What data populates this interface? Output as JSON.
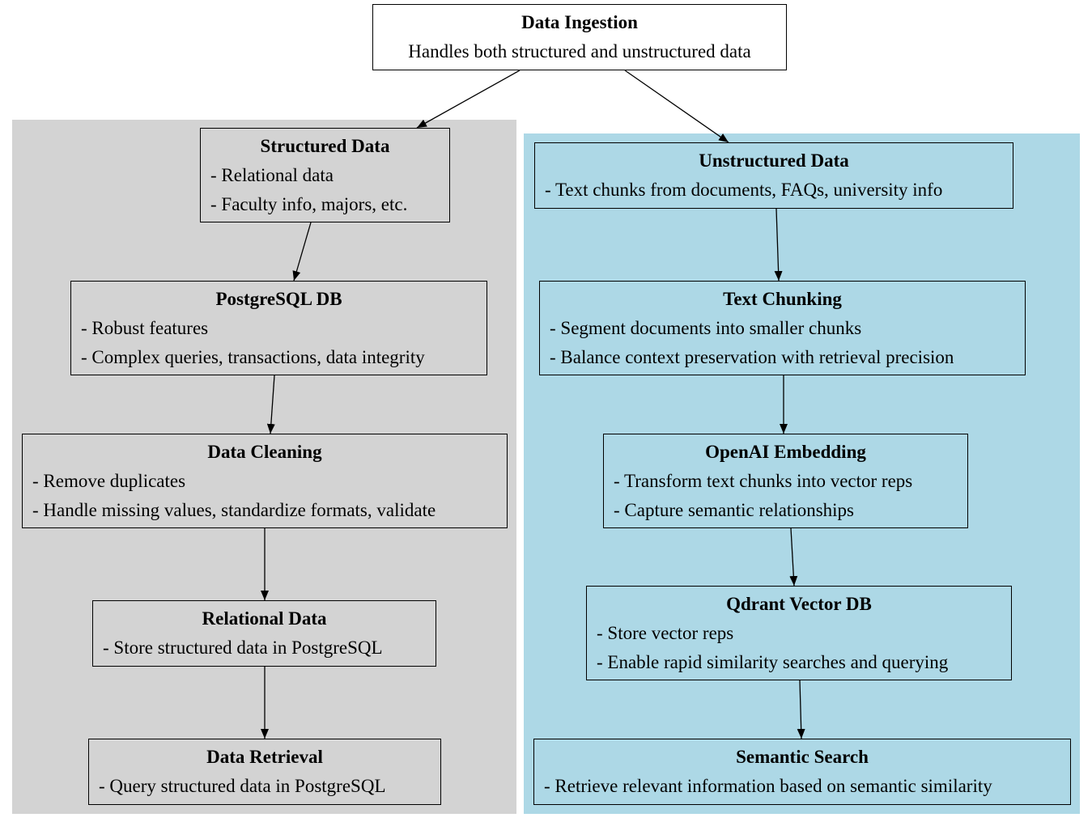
{
  "colors": {
    "structured_cluster": "#d3d3d3",
    "unstructured_cluster": "#add8e6",
    "ingestion_fill": "#ffffff",
    "border": "#000000"
  },
  "nodes": {
    "ingestion": {
      "title": "Data Ingestion",
      "lines": [
        "Handles both structured and unstructured data"
      ]
    },
    "structured": {
      "title": "Structured Data",
      "lines": [
        "- Relational data",
        "- Faculty info, majors, etc."
      ]
    },
    "postgres": {
      "title": "PostgreSQL DB",
      "lines": [
        "- Robust features",
        "- Complex queries, transactions, data integrity"
      ]
    },
    "cleaning": {
      "title": "Data Cleaning",
      "lines": [
        "- Remove duplicates",
        "- Handle missing values, standardize formats, validate"
      ]
    },
    "relational": {
      "title": "Relational Data",
      "lines": [
        "- Store structured data in PostgreSQL"
      ]
    },
    "retrieval": {
      "title": "Data Retrieval",
      "lines": [
        "- Query structured data in PostgreSQL"
      ]
    },
    "unstructured": {
      "title": "Unstructured Data",
      "lines": [
        "- Text chunks from documents, FAQs, university info"
      ]
    },
    "chunking": {
      "title": "Text Chunking",
      "lines": [
        "- Segment documents into smaller chunks",
        "- Balance context preservation with retrieval precision"
      ]
    },
    "embedding": {
      "title": "OpenAI Embedding",
      "lines": [
        "- Transform text chunks into vector reps",
        "- Capture semantic relationships"
      ]
    },
    "qdrant": {
      "title": "Qdrant Vector DB",
      "lines": [
        "- Store vector reps",
        "- Enable rapid similarity searches and querying"
      ]
    },
    "semantic": {
      "title": "Semantic Search",
      "lines": [
        "- Retrieve relevant information based on semantic similarity"
      ]
    }
  },
  "edges": [
    [
      "ingestion",
      "structured"
    ],
    [
      "ingestion",
      "unstructured"
    ],
    [
      "structured",
      "postgres"
    ],
    [
      "postgres",
      "cleaning"
    ],
    [
      "cleaning",
      "relational"
    ],
    [
      "relational",
      "retrieval"
    ],
    [
      "unstructured",
      "chunking"
    ],
    [
      "chunking",
      "embedding"
    ],
    [
      "embedding",
      "qdrant"
    ],
    [
      "qdrant",
      "semantic"
    ]
  ]
}
